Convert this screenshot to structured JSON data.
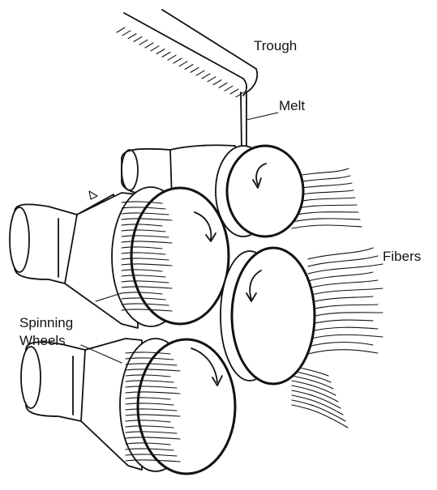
{
  "labels": {
    "trough": "Trough",
    "melt": "Melt",
    "fibers": "Fibers",
    "spinning_line1": "Spinning",
    "spinning_line2": "Wheels"
  },
  "colors": {
    "ink": "#111111",
    "background": "#ffffff"
  }
}
